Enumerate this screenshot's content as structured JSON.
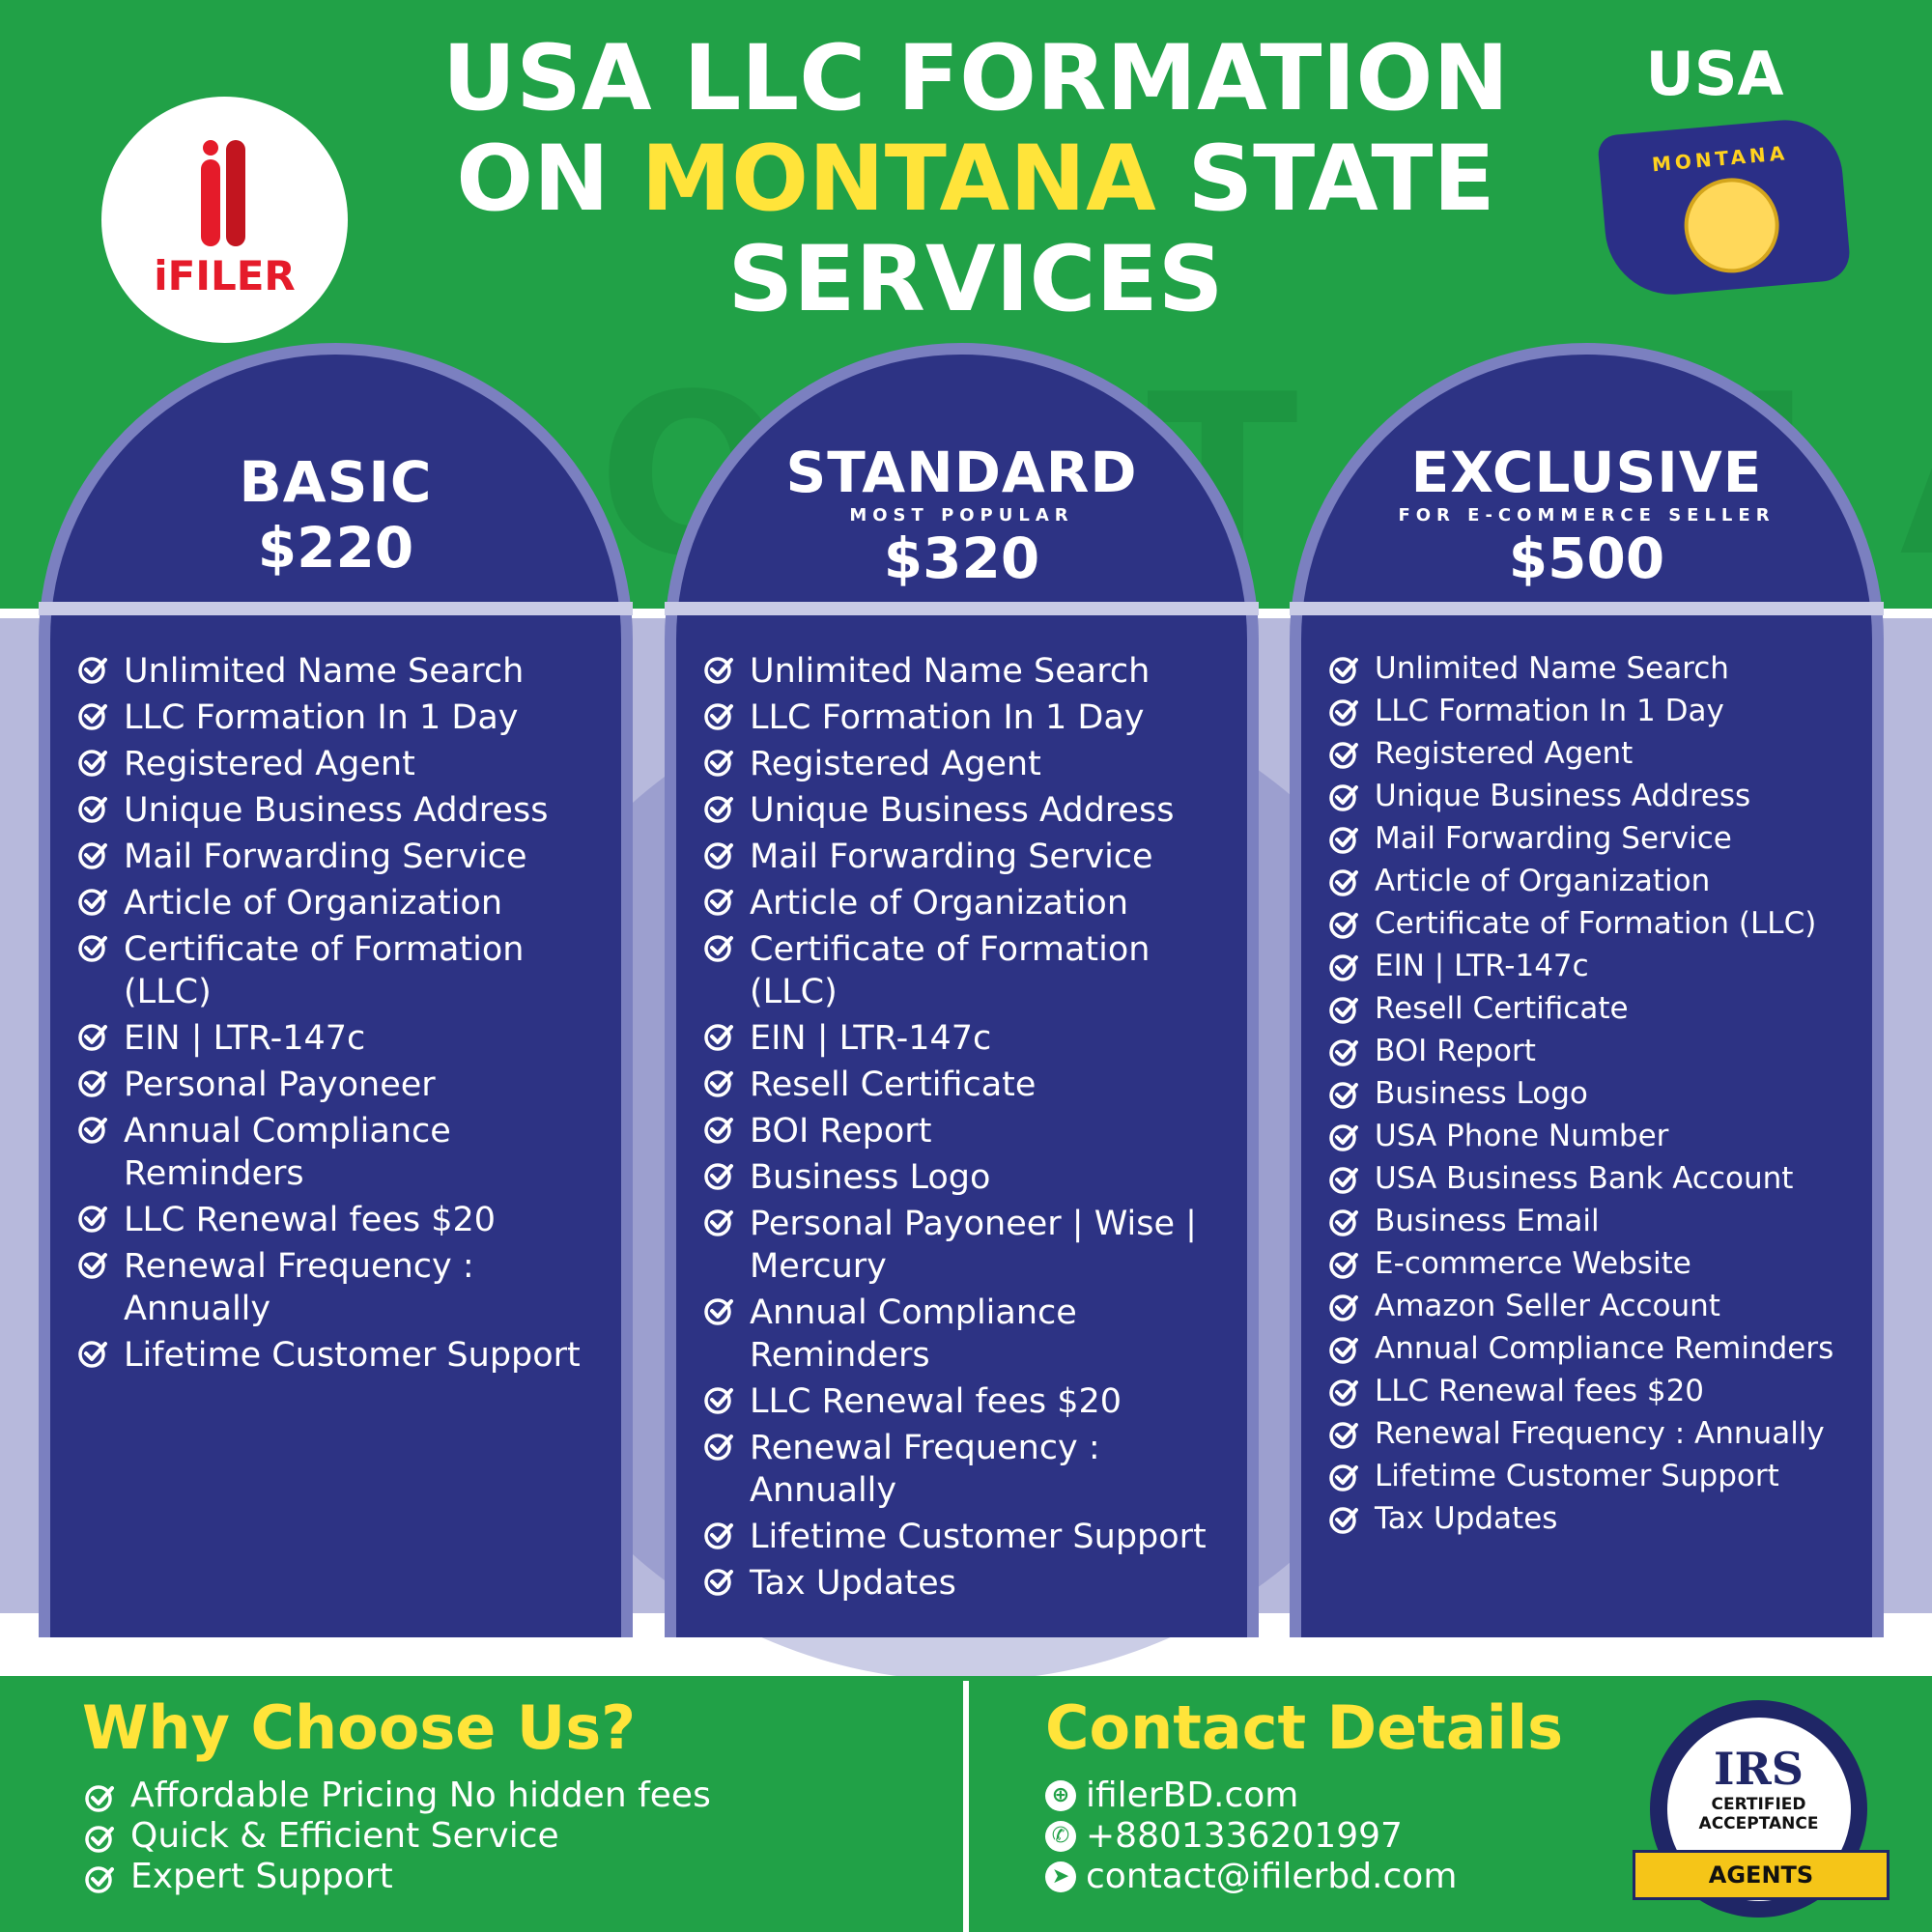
{
  "brand": {
    "logo_text": "iFILER"
  },
  "header": {
    "title_line1": "USA LLC FORMATION",
    "title_on": "ON",
    "title_state": "MONTANA",
    "title_state_suffix": "STATE",
    "title_line3": "SERVICES",
    "country": "USA",
    "flag_label": "MONTANA",
    "watermark": "MONTANA"
  },
  "plans": [
    {
      "name": "BASIC",
      "subtitle": "",
      "price": "$220",
      "features": [
        "Unlimited Name Search",
        "LLC Formation In 1 Day",
        "Registered Agent",
        "Unique Business Address",
        "Mail Forwarding Service",
        "Article of Organization",
        "Certificate of Formation (LLC)",
        "EIN | LTR-147c",
        "Personal Payoneer",
        "Annual Compliance Reminders",
        "LLC Renewal fees $20",
        "Renewal Frequency : Annually",
        "Lifetime Customer Support"
      ]
    },
    {
      "name": "STANDARD",
      "subtitle": "MOST POPULAR",
      "price": "$320",
      "features": [
        "Unlimited Name Search",
        "LLC Formation In 1 Day",
        "Registered Agent",
        "Unique Business Address",
        "Mail Forwarding Service",
        "Article of Organization",
        "Certificate of Formation (LLC)",
        "EIN | LTR-147c",
        "Resell Certificate",
        "BOI Report",
        "Business Logo",
        "Personal Payoneer | Wise | Mercury",
        "Annual Compliance Reminders",
        "LLC Renewal fees $20",
        "Renewal Frequency : Annually",
        "Lifetime Customer Support",
        "Tax Updates"
      ]
    },
    {
      "name": "EXCLUSIVE",
      "subtitle": "FOR E-COMMERCE SELLER",
      "price": "$500",
      "features": [
        "Unlimited Name Search",
        "LLC Formation In 1 Day",
        "Registered Agent",
        "Unique Business Address",
        "Mail Forwarding Service",
        "Article of Organization",
        "Certificate of Formation (LLC)",
        "EIN | LTR-147c",
        "Resell Certificate",
        "BOI Report",
        "Business Logo",
        "USA Phone Number",
        "USA Business Bank Account",
        "Business Email",
        "E-commerce Website",
        "Amazon Seller Account",
        "Annual Compliance Reminders",
        "LLC Renewal fees $20",
        "Renewal Frequency : Annually",
        "Lifetime Customer Support",
        "Tax Updates"
      ]
    }
  ],
  "why": {
    "title": "Why Choose Us?",
    "items": [
      "Affordable Pricing No hidden fees",
      "Quick & Efficient Service",
      "Expert Support"
    ]
  },
  "contact": {
    "title": "Contact Details",
    "items": [
      {
        "icon": "globe-icon",
        "glyph": "⊕",
        "text": "ifilerBD.com"
      },
      {
        "icon": "whatsapp-icon",
        "glyph": "✆",
        "text": "+8801336201997"
      },
      {
        "icon": "send-icon",
        "glyph": "➤",
        "text": "contact@ifilerbd.com"
      }
    ]
  },
  "irs_badge": {
    "top": "IRS",
    "line1": "CERTIFIED",
    "line2": "ACCEPTANCE",
    "ribbon": "AGENTS"
  },
  "colors": {
    "green": "#21a147",
    "navy": "#2d3384",
    "yellow": "#ffe43a",
    "lavender": "#7b80c0"
  }
}
